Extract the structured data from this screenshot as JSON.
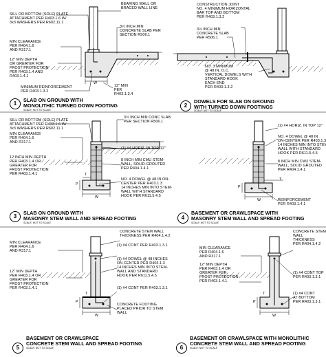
{
  "details": [
    {
      "number": "1",
      "caption": "SLAB ON GROUND WITH\nMONOLITHIC TURNED DOWN FOOTING",
      "scale": "SCALE: NOT TO SCALE",
      "labels": {
        "bearing_wall": "BEARING WALL OR\nBRACED WALL LINE",
        "sill_plate": "SILL OR BOTTOM (SOLE) PLATE\nATTACHMENT PER R403.1.6 W/\n3x3 WASHERS PER R602.11.1",
        "slab": "3½ INCH MIN\nCONCRETE SLAB PER\nSECTION R506.1",
        "clearance": "MIN CLEARANCE\nPER R404.1.6\nAND R317.1",
        "depth": "12\" MIN DEPTH\nOR GREATER FOR\nFROST PROTECTION\nPER R403.1.4 AND\nR403.1.4.1",
        "reinforcement": "MINIMUM REINFORCEMENT\nPER R403.1.3.2",
        "min_12": "12\" MIN\nPER\nR403.1.3.4",
        "w": "W"
      }
    },
    {
      "number": "2",
      "caption": "DOWELS FOR SLAB ON GROUND\nWITH TURNED DOWN FOOTINGS",
      "scale": "SCALE: NOT TO SCALE",
      "labels": {
        "joint": "CONSTRUCTION JOINT\nNO. 4 MINIMUM HORIZONTAL\nBAR TOP AND BOTTOM\nPER R403.1.3.2",
        "slab": "3½ INCH MIN\nCONCRETE SLAB\nPER R506.1",
        "dowels": "NO. 3 MINIMUM\n@ 48 IN. O.C.\nVERTICAL DOWELS WITH\nSTANDARD HOOK\nEACH END\nPER R403.1.3.2"
      }
    },
    {
      "number": "3",
      "caption": "SLAB ON GROUND WITH\nMASONRY STEM WALL AND SPREAD FOOTING",
      "scale": "SCALE: NOT TO SCALE",
      "labels": {
        "sill_plate": "SILL OR BOTTOM (SOLE) PLATE\nATTACHMENT PER R403.1.6 W/\n3x3 WASHERS PER R602.11.1",
        "slab": "3½ INCH MIN CONC SLAB\nPER SECTION R506.1",
        "clearance": "MIN CLEARANCE\nPER R404.1.6\nAND R317.1",
        "depth": "12 INCH MIN DEPTH\nPER R403.1.4 OR\nGREATER FOR\nFROST PROTECTION\nPER R403.1.4.1",
        "horiz": "(1) #4 HORIZ. IN TOP 12\"",
        "cmu": "8 INCH MIN CMU STEM-\nWALL, SOLID-GROUTED\nPER R404.1.4.1",
        "dowel": "NO. 4 DOWEL @ 48 IN ON-\nCENTER PER R403.1.3\n14 INCHES MIN INTO STEM-\nWALL WITH STANDARD\nHOOK PER R611.5.4.5",
        "p": "P",
        "t": "T",
        "w": "W"
      }
    },
    {
      "number": "4",
      "caption": "BASEMENT OR CRAWLSPACE WITH\nMASONRY STEM WALL AND SPREAD FOOTING",
      "scale": "SCALE: NOT TO SCALE",
      "labels": {
        "horiz": "(1) #4 HORIZ. IN TOP 12\"",
        "dowel": "NO. 4 DOWEL @ 48 IN\nON-CENTER PER R403.1.3\n14 INCHES MIN INTO STEM-\nWALL WITH STANDARD\nHOOK PER R611.5.4.5",
        "cmu": "8 INCH MIN CMU STEM-\nWALL, SOLID GROUTED\nPER R404.1.4.1",
        "reinf": "REINFORCEMENT\nPER R403.1.4.1",
        "p": "P",
        "t": "T",
        "w": "W"
      }
    },
    {
      "number": "5",
      "caption": "BASEMENT OR CRAWLSPACE\nCONCRETE STEM WALL AND SPREAD FOOTING",
      "scale": "SCALE: NOT TO SCALE",
      "labels": {
        "stem": "CONCRETE STEM WALL\nTHICKNESS PER R404.1.4.2",
        "clearance": "MIN CLEARANCE\nPER R404.1.6\nAND R317.1",
        "depth": "12\" MIN DEPTH\nPER R403.1.4 OR\nGREATER FOR\nFROST PROTECTION\nPER R403.1.4.1",
        "cont": "(1) #4 CONT PER R403.1.3.1",
        "dowel": "(1) #4 DOWEL @ 48 INCHES\nON CENTER PER R403.1.3\n14 INCHES MIN INTO STEM-\nWALL AND STANDARD\nHOOK PER R611.5.4.5",
        "cont2": "(1) #4 CONT PER R403.1.3.1",
        "footing": "CONCRETE FOOTING\nPLACED PRIOR TO STEM\nWALL",
        "p": "P",
        "t": "T",
        "w": "W"
      }
    },
    {
      "number": "6",
      "caption": "BASEMENT OR CRAWLSPACE WITH MONOLITHIC\nCONCRETE STEM WALL AND SPREAD FOOTING",
      "scale": "SCALE: NOT TO SCALE",
      "labels": {
        "stem": "CONCRETE STEM\nWALL\nTHICKNESS\nPER R404.1.4.2",
        "clearance": "MIN CLEARANCE\nPER R404.1.6\nAND R317.1",
        "cont_top": "(1) #4 CONT TOP\nPER R403.1.3.1",
        "depth": "12\" MIN DEPTH\nPER R403.1.4 OR\nGREATER FOR\nFROST PROTECTION\nPER R403.1.4.1",
        "cont_bottom": "(1) #4 CONT\nAT BOTTOM\nPER R403.1.3.1",
        "p": "P",
        "t": "T",
        "w": "W"
      }
    }
  ]
}
